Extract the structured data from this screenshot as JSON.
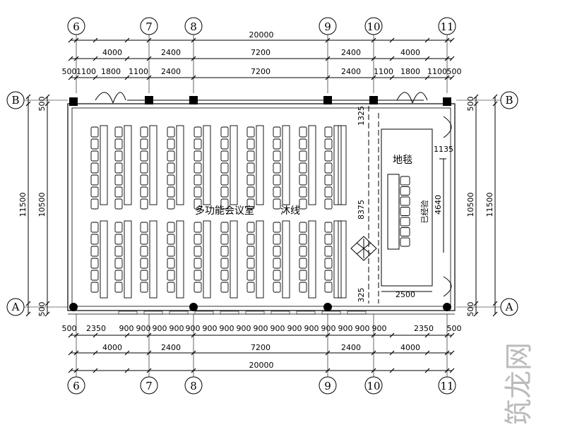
{
  "grid_axes": {
    "vertical": [
      "6",
      "7",
      "8",
      "9",
      "10",
      "11"
    ],
    "horizontal": [
      "B",
      "A"
    ]
  },
  "dimensions": {
    "top_total": "20000",
    "top_row2": [
      "4000",
      "2400",
      "7200",
      "2400",
      "4000"
    ],
    "top_row3": [
      "500",
      "1100",
      "1800",
      "1100",
      "2400",
      "7200",
      "2400",
      "1100",
      "1800",
      "1100",
      "500"
    ],
    "bottom_row1": [
      "500",
      "2350",
      "900",
      "900",
      "900",
      "900",
      "900",
      "900",
      "900",
      "900",
      "900",
      "900",
      "900",
      "900",
      "900",
      "900",
      "900",
      "900",
      "2350",
      "500"
    ],
    "bottom_row2": [
      "4000",
      "2400",
      "7200",
      "2400",
      "4000"
    ],
    "bottom_total": "20000",
    "left_outer": "11500",
    "left_inner": "10500",
    "left_small_top": "500",
    "left_small_bottom": "500",
    "right_outer": "11500",
    "right_inner": "10500",
    "right_small_top": "500",
    "right_small_bottom": "500",
    "stage_top": "1325",
    "stage_mid": "8375",
    "stage_bottom": "325",
    "stage_width": "2500",
    "stage_offset": "1135",
    "stage_depth": "4640"
  },
  "labels": {
    "room": "多功能会议室",
    "line": "沐线",
    "carpet": "地毯",
    "wall_note": "已经验"
  },
  "watermark": "筑龙网"
}
